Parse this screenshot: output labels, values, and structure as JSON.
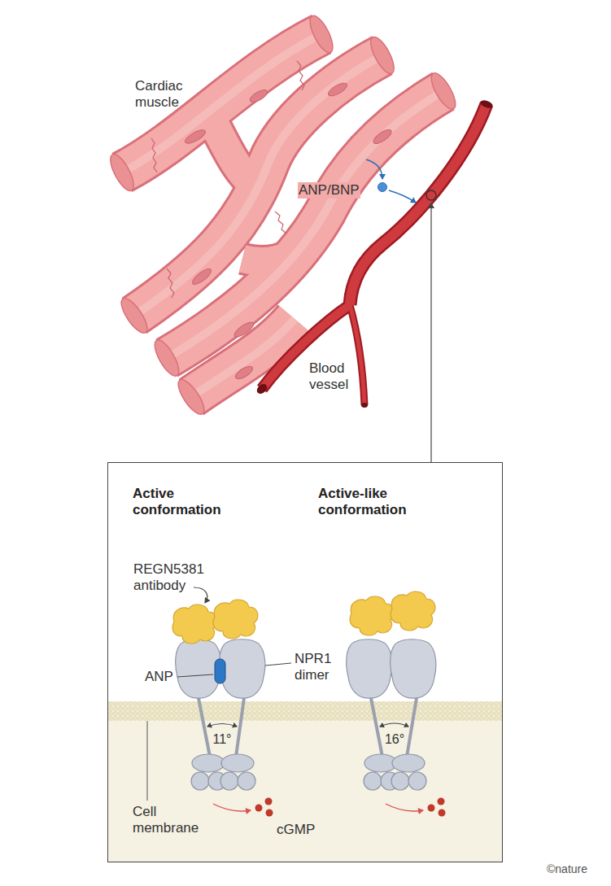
{
  "diagram": {
    "nodes": [
      {
        "text": [
          "Active conformation",
          "Active-like conformation"
        ]
      }
    ],
    "labels": [
      "Cardiac muscle",
      "ANP/BNP",
      "Blood vessel",
      "REGN5381 antibody",
      "NPR1 dimer",
      "ANP",
      "11°",
      "16°",
      "Cell membrane",
      "cGMP",
      "©nature"
    ]
  }
}
